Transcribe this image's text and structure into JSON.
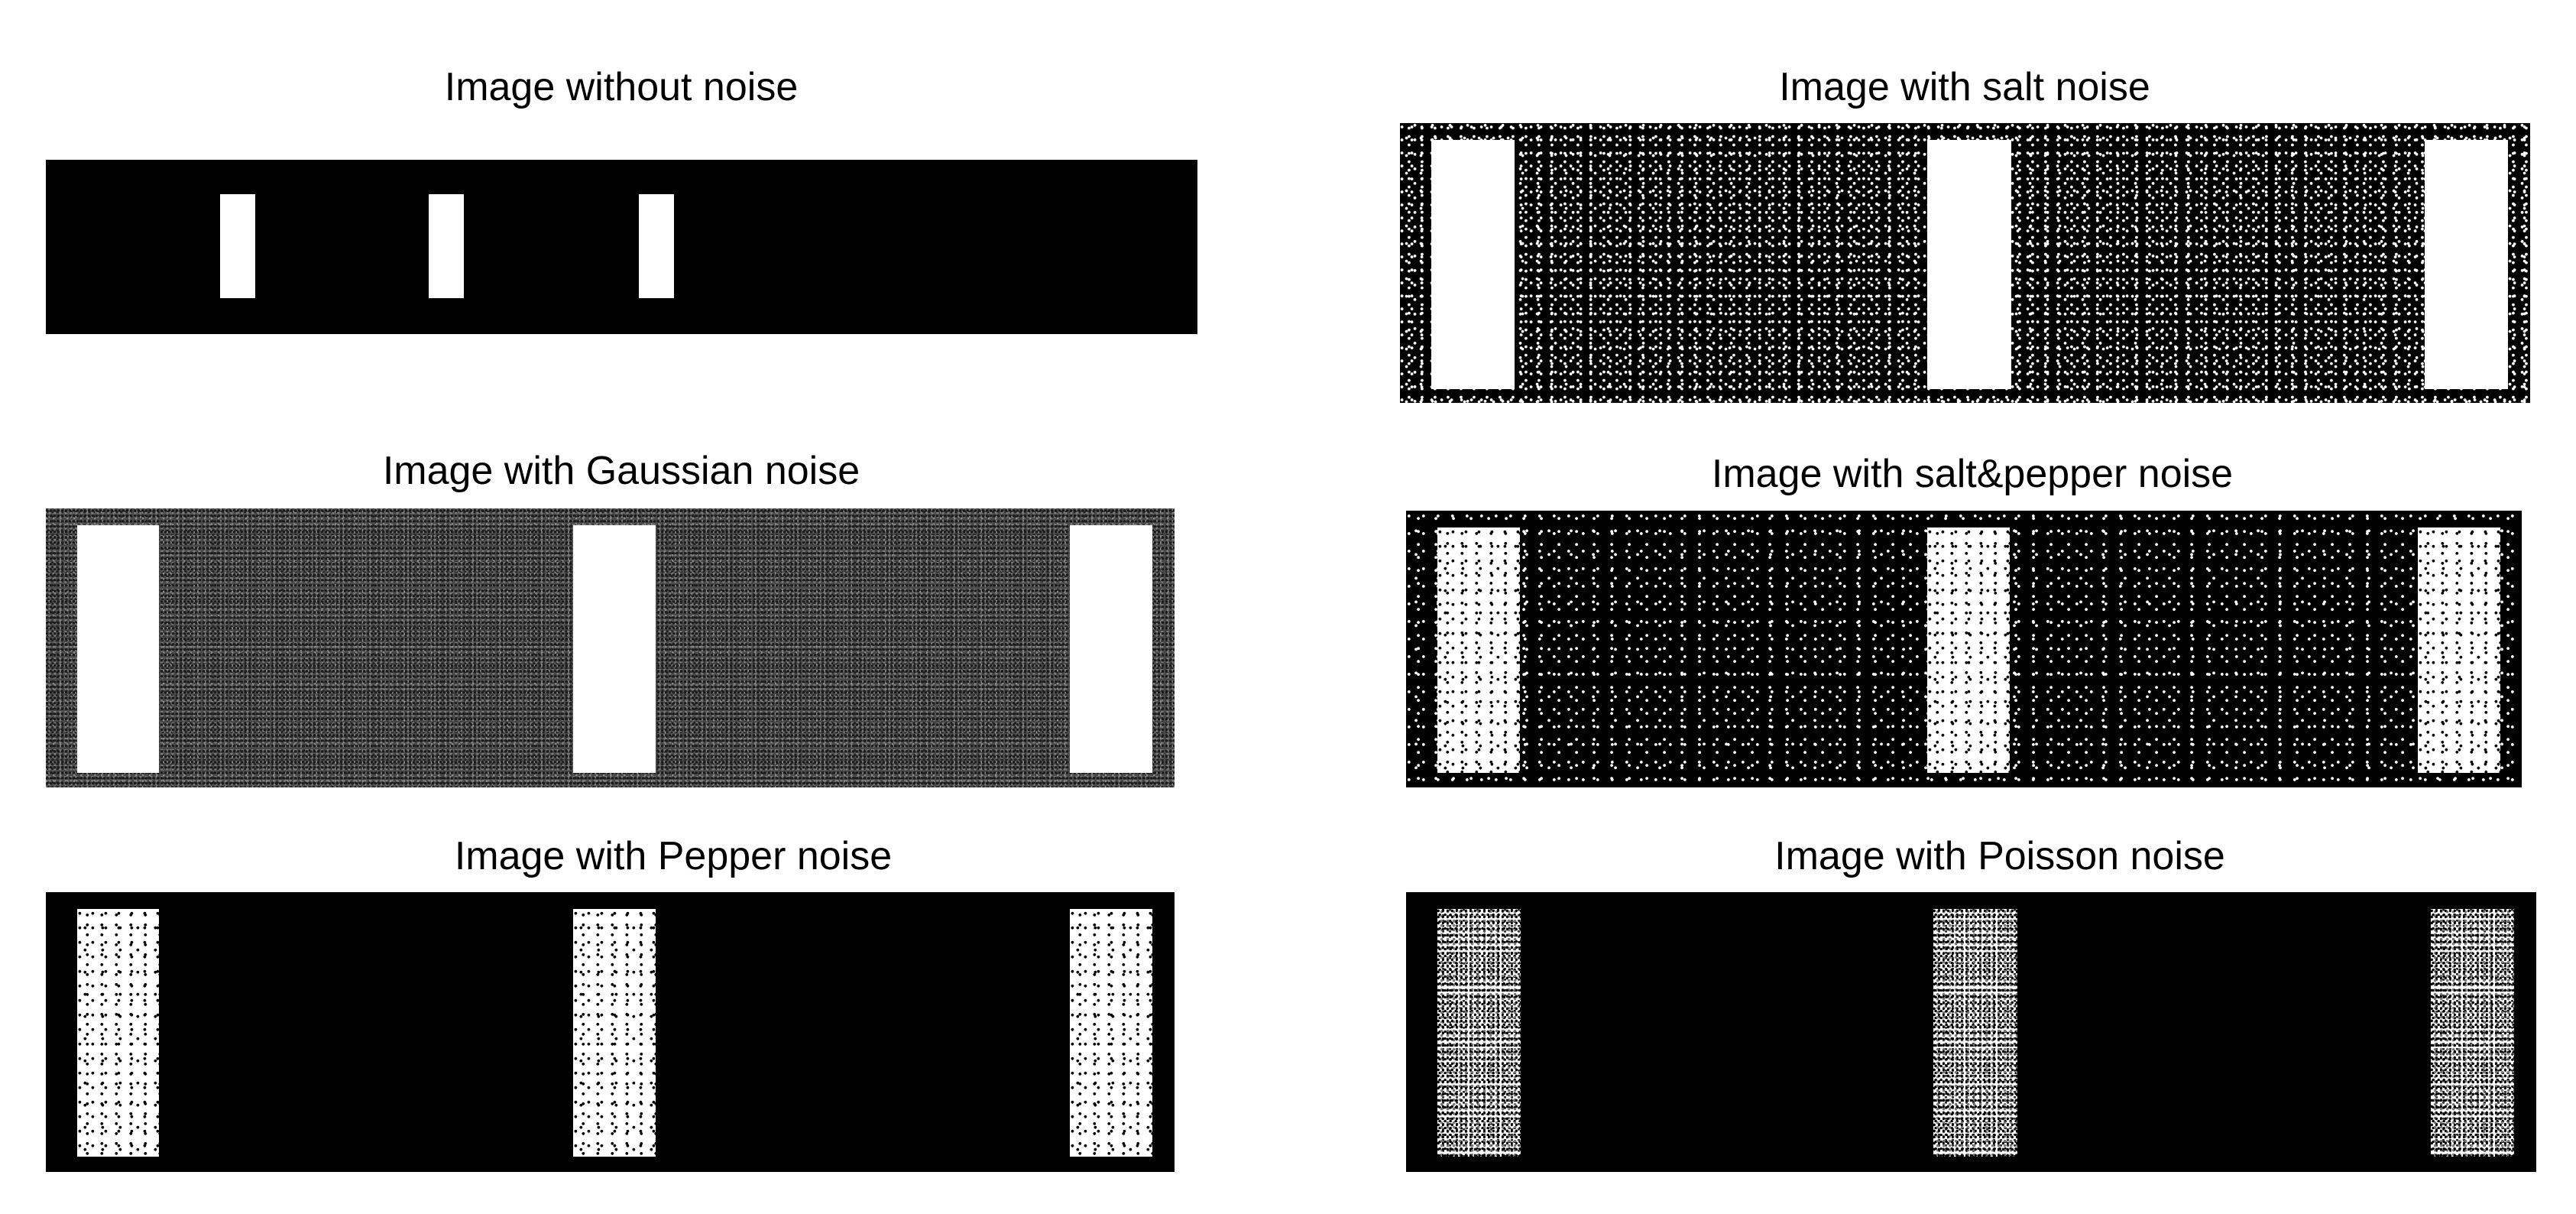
{
  "figure": {
    "panels": [
      {
        "id": "no-noise",
        "title": "Image without noise",
        "noise": "none",
        "background": "#000000",
        "bar_fill": "#ffffff",
        "bar_count": 3
      },
      {
        "id": "salt",
        "title": "Image with salt noise",
        "noise": "salt",
        "background": "#000000",
        "bar_fill": "#ffffff",
        "bar_count": 3
      },
      {
        "id": "gaussian",
        "title": "Image with Gaussian noise",
        "noise": "gaussian",
        "background": "#4a4a4a",
        "bar_fill": "#ffffff",
        "bar_count": 3
      },
      {
        "id": "salt-pepper",
        "title": "Image with salt&pepper noise",
        "noise": "salt&pepper",
        "background": "#000000",
        "bar_fill": "#ffffff",
        "bar_count": 3
      },
      {
        "id": "pepper",
        "title": "Image with Pepper noise",
        "noise": "pepper",
        "background": "#000000",
        "bar_fill": "#ffffff",
        "bar_count": 3
      },
      {
        "id": "poisson",
        "title": "Image with Poisson noise",
        "noise": "poisson",
        "background": "#000000",
        "bar_fill": "#ffffff",
        "bar_count": 3
      }
    ]
  }
}
